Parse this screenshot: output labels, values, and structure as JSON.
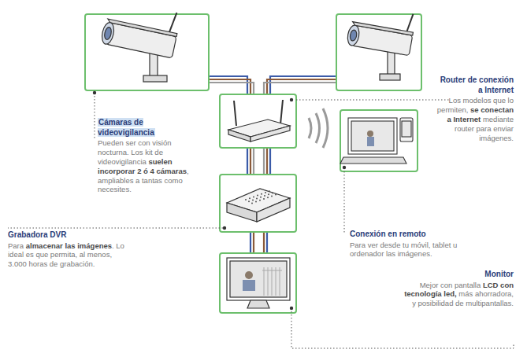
{
  "diagram": {
    "labels": [
      "Cámaras de videovigilancia",
      "Pueden ser con visión nocturna. Los kit de videovigilancia",
      "suelen incorporar 2 ó 4 cámaras",
      ", ampliables a tantas como necesites.",
      "Router de conexión a Internet",
      "Los modelos que lo permiten,",
      "se conectan a Internet",
      "mediante router para enviar imágenes.",
      "Grabadora DVR",
      "Para",
      "almacenar las imágenes",
      ". Lo ideal es que permita, al menos, 3.000 horas de grabación.",
      "Conexión en remoto",
      "Para ver desde tu móvil, tablet u ordenador las imágenes.",
      "Monitor",
      "Mejor con pantalla",
      "LCD con tecnología led,",
      "más ahorradora, y posibilidad de multipantallas."
    ]
  }
}
